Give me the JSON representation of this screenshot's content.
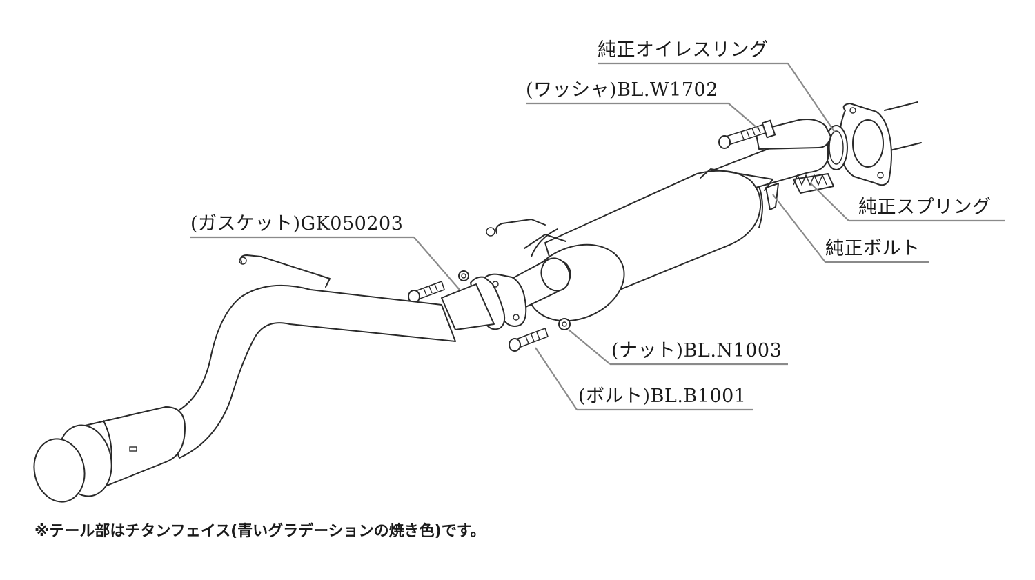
{
  "callouts": {
    "oil_ring": "純正オイレスリング",
    "washer": "(ワッシャ)BL.W1702",
    "spring": "純正スプリング",
    "bolt_oem": "純正ボルト",
    "gasket": "(ガスケット)GK050203",
    "nut": "(ナット)BL.N1003",
    "bolt": "(ボルト)BL.B1001"
  },
  "footnote": "※テール部はチタンフェイス(青いグラデーションの焼き色)です。",
  "colors": {
    "line": "#2a2a2a",
    "leader": "#8a8a8a",
    "background": "#ffffff"
  }
}
